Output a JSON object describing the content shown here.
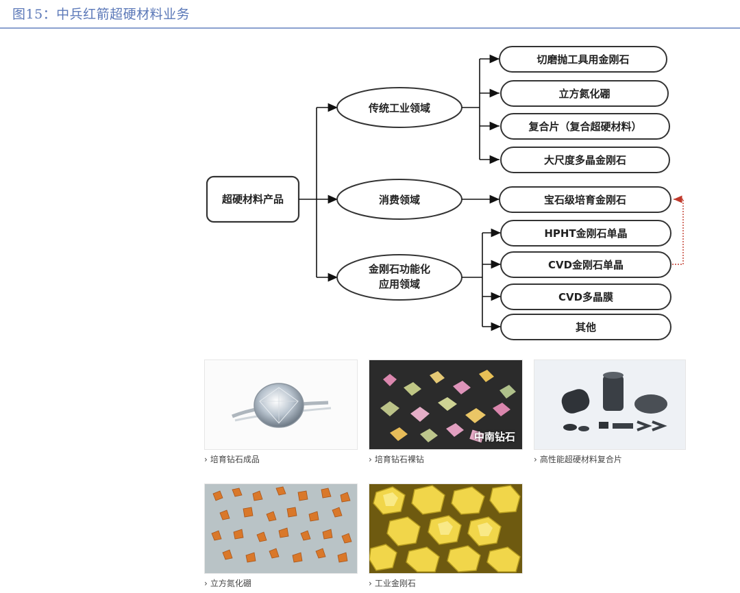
{
  "figure_title": "图15：中兵红箭超硬材料业务",
  "diagram": {
    "root": "超硬材料产品",
    "branches": [
      {
        "label_lines": [
          "传统工业领域"
        ],
        "children": [
          "切磨抛工具用金刚石",
          "立方氮化硼",
          "复合片（复合超硬材料）",
          "大尺度多晶金刚石"
        ]
      },
      {
        "label_lines": [
          "消费领域"
        ],
        "children": [
          "宝石级培育金刚石"
        ]
      },
      {
        "label_lines": [
          "金刚石功能化",
          "应用领域"
        ],
        "children": [
          "HPHT金刚石单晶",
          "CVD金刚石单晶",
          "CVD多晶膜",
          "其他"
        ]
      }
    ]
  },
  "photos": [
    {
      "caption": "培育钻石成品",
      "icon": "diamond-ring-photo"
    },
    {
      "caption": "培育钻石裸钻",
      "icon": "loose-colored-diamonds-photo",
      "overlay": "中南钻石"
    },
    {
      "caption": "高性能超硬材料复合片",
      "icon": "composite-sheet-photo"
    },
    {
      "caption": "立方氮化硼",
      "icon": "cbn-crystals-photo"
    },
    {
      "caption": "工业金刚石",
      "icon": "industrial-diamond-photo"
    }
  ]
}
